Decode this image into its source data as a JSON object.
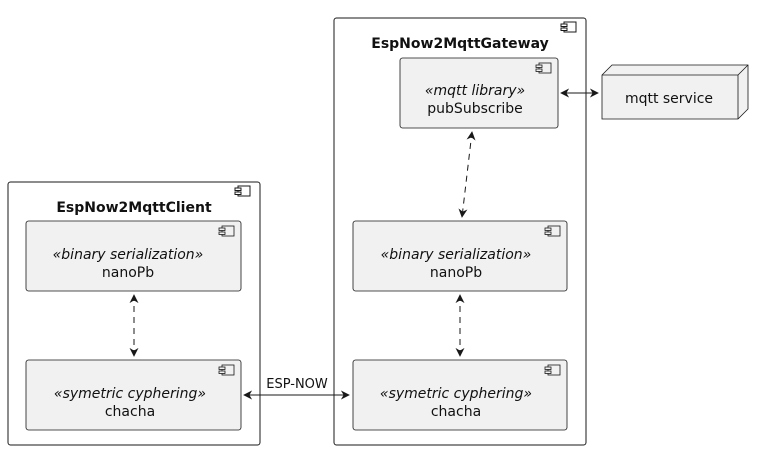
{
  "packages": {
    "client": {
      "title": "EspNow2MqttClient"
    },
    "gateway": {
      "title": "EspNow2MqttGateway"
    }
  },
  "components": {
    "client_nanopb": {
      "stereotype": "«binary serialization»",
      "name": "nanoPb"
    },
    "client_chacha": {
      "stereotype": "«symetric cyphering»",
      "name": "chacha"
    },
    "gw_pubsub": {
      "stereotype": "«mqtt library»",
      "name": "pubSubscribe"
    },
    "gw_nanopb": {
      "stereotype": "«binary serialization»",
      "name": "nanoPb"
    },
    "gw_chacha": {
      "stereotype": "«symetric cyphering»",
      "name": "chacha"
    }
  },
  "nodes": {
    "mqtt_service": {
      "name": "mqtt service"
    }
  },
  "edges": {
    "esp_now": {
      "label": "ESP-NOW"
    }
  },
  "colors": {
    "component_fill": "#f1f1f1",
    "stroke": "#181818",
    "background": "#ffffff"
  }
}
